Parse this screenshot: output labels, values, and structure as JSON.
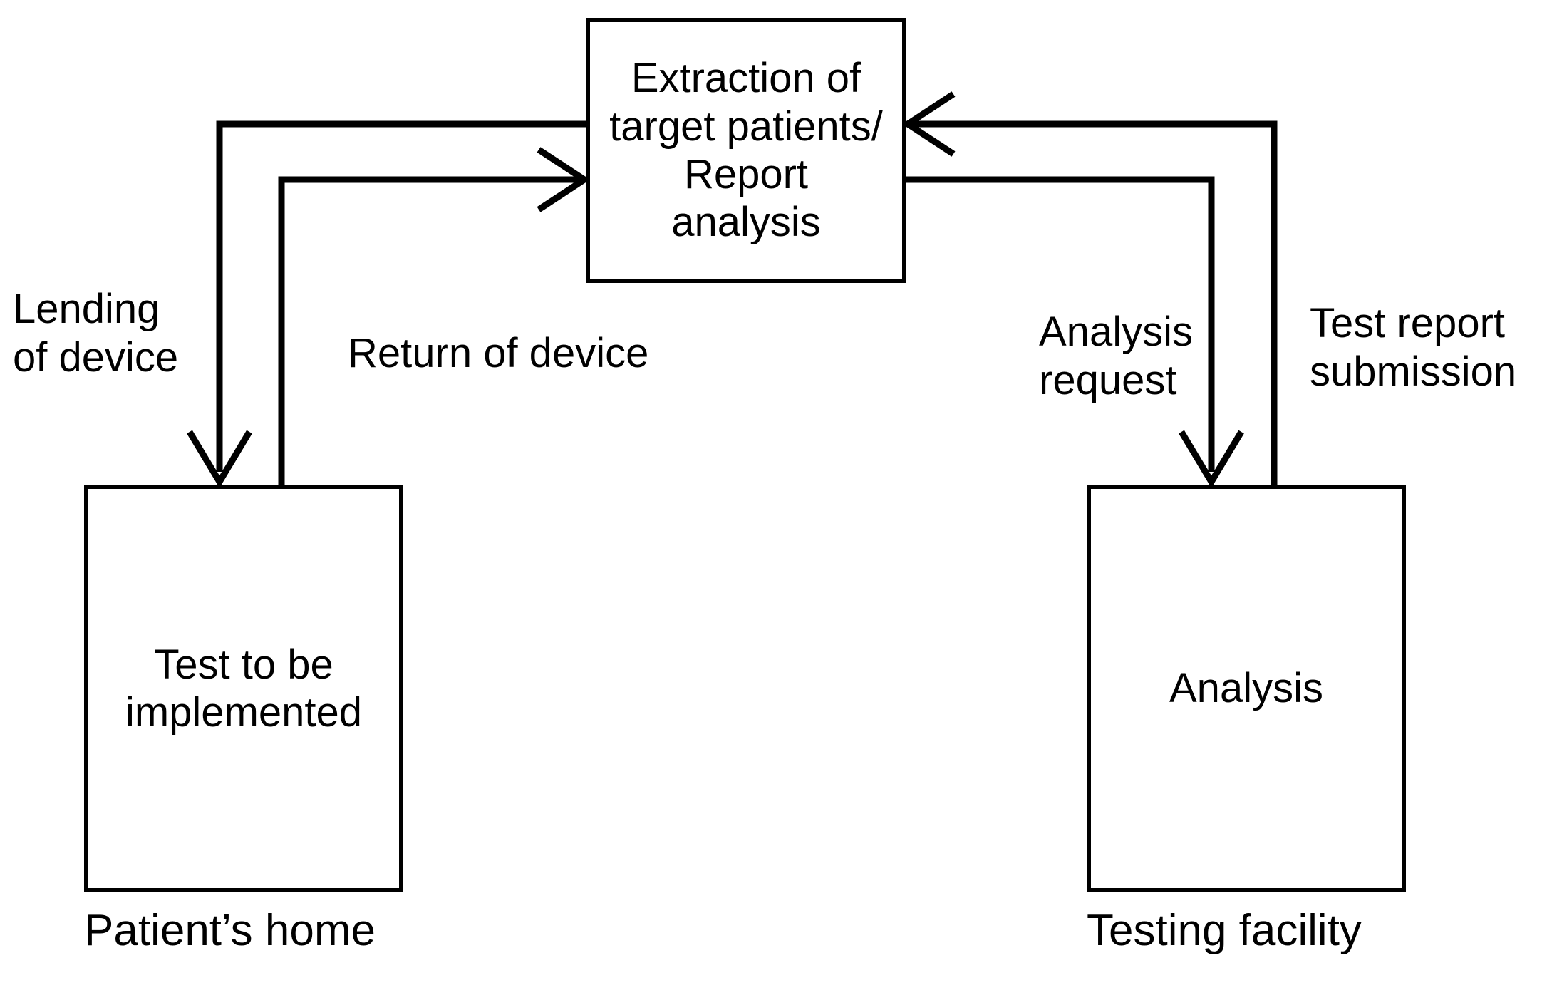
{
  "diagram": {
    "title": "Remote testing workflow between patient's home and testing facility",
    "colors": {
      "stroke": "#000000",
      "background": "#ffffff",
      "text": "#000000"
    },
    "nodes": [
      {
        "id": "extraction",
        "label": "Extraction of\ntarget patients/\nReport\nanalysis"
      },
      {
        "id": "home-test",
        "label": "Test to be\nimplemented"
      },
      {
        "id": "analysis",
        "label": "Analysis"
      }
    ],
    "edge_labels": [
      {
        "id": "lending",
        "label": "Lending\nof device"
      },
      {
        "id": "return",
        "label": "Return of device"
      },
      {
        "id": "analysis-request",
        "label": "Analysis\nrequest"
      },
      {
        "id": "test-report",
        "label": "Test report\nsubmission"
      }
    ],
    "zone_labels": [
      {
        "id": "patients-home",
        "label": "Patient’s home"
      },
      {
        "id": "testing-facility",
        "label": "Testing facility"
      }
    ],
    "edges": [
      {
        "id": "lending-of-device",
        "from": "extraction",
        "to": "home-test",
        "label": "Lending of device",
        "arrow": "to"
      },
      {
        "id": "return-of-device",
        "from": "home-test",
        "to": "extraction",
        "label": "Return of device",
        "arrow": "to"
      },
      {
        "id": "analysis-request",
        "from": "extraction",
        "to": "analysis",
        "label": "Analysis request",
        "arrow": "to"
      },
      {
        "id": "test-report-submission",
        "from": "analysis",
        "to": "extraction",
        "label": "Test report submission",
        "arrow": "to"
      }
    ]
  }
}
